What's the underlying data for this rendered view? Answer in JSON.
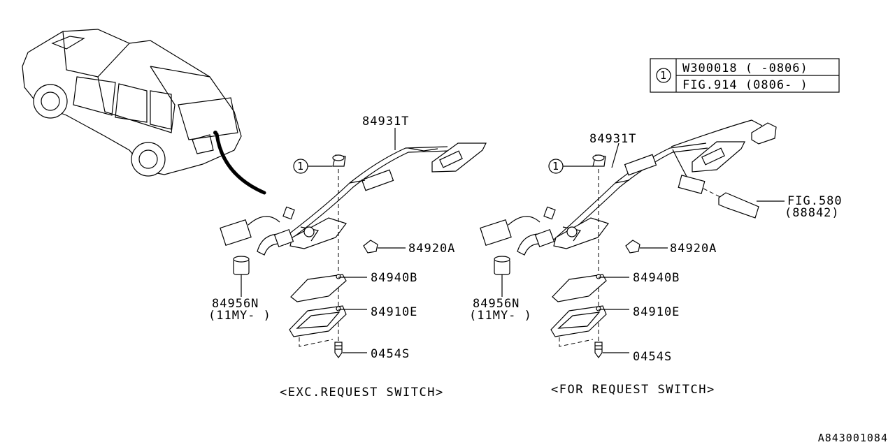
{
  "legend": {
    "marker": "1",
    "rows": [
      "W300018 ( -0806)",
      "FIG.914 (0806- )"
    ]
  },
  "left": {
    "harness": "84931T",
    "callout": "1",
    "bulb": "84920A",
    "lens": "84940B",
    "housing": "84910E",
    "screw": "0454S",
    "socket_part": "84956N",
    "socket_note": "(11MY- )",
    "caption": "<EXC.REQUEST SWITCH>"
  },
  "right": {
    "harness": "84931T",
    "callout": "1",
    "bulb": "84920A",
    "lens": "84940B",
    "housing": "84910E",
    "screw": "0454S",
    "socket_part": "84956N",
    "socket_note": "(11MY- )",
    "fig_ref": "FIG.580",
    "fig_ref_part": "(88842)",
    "caption": "<FOR REQUEST SWITCH>"
  },
  "diagram_id": "A843001084"
}
